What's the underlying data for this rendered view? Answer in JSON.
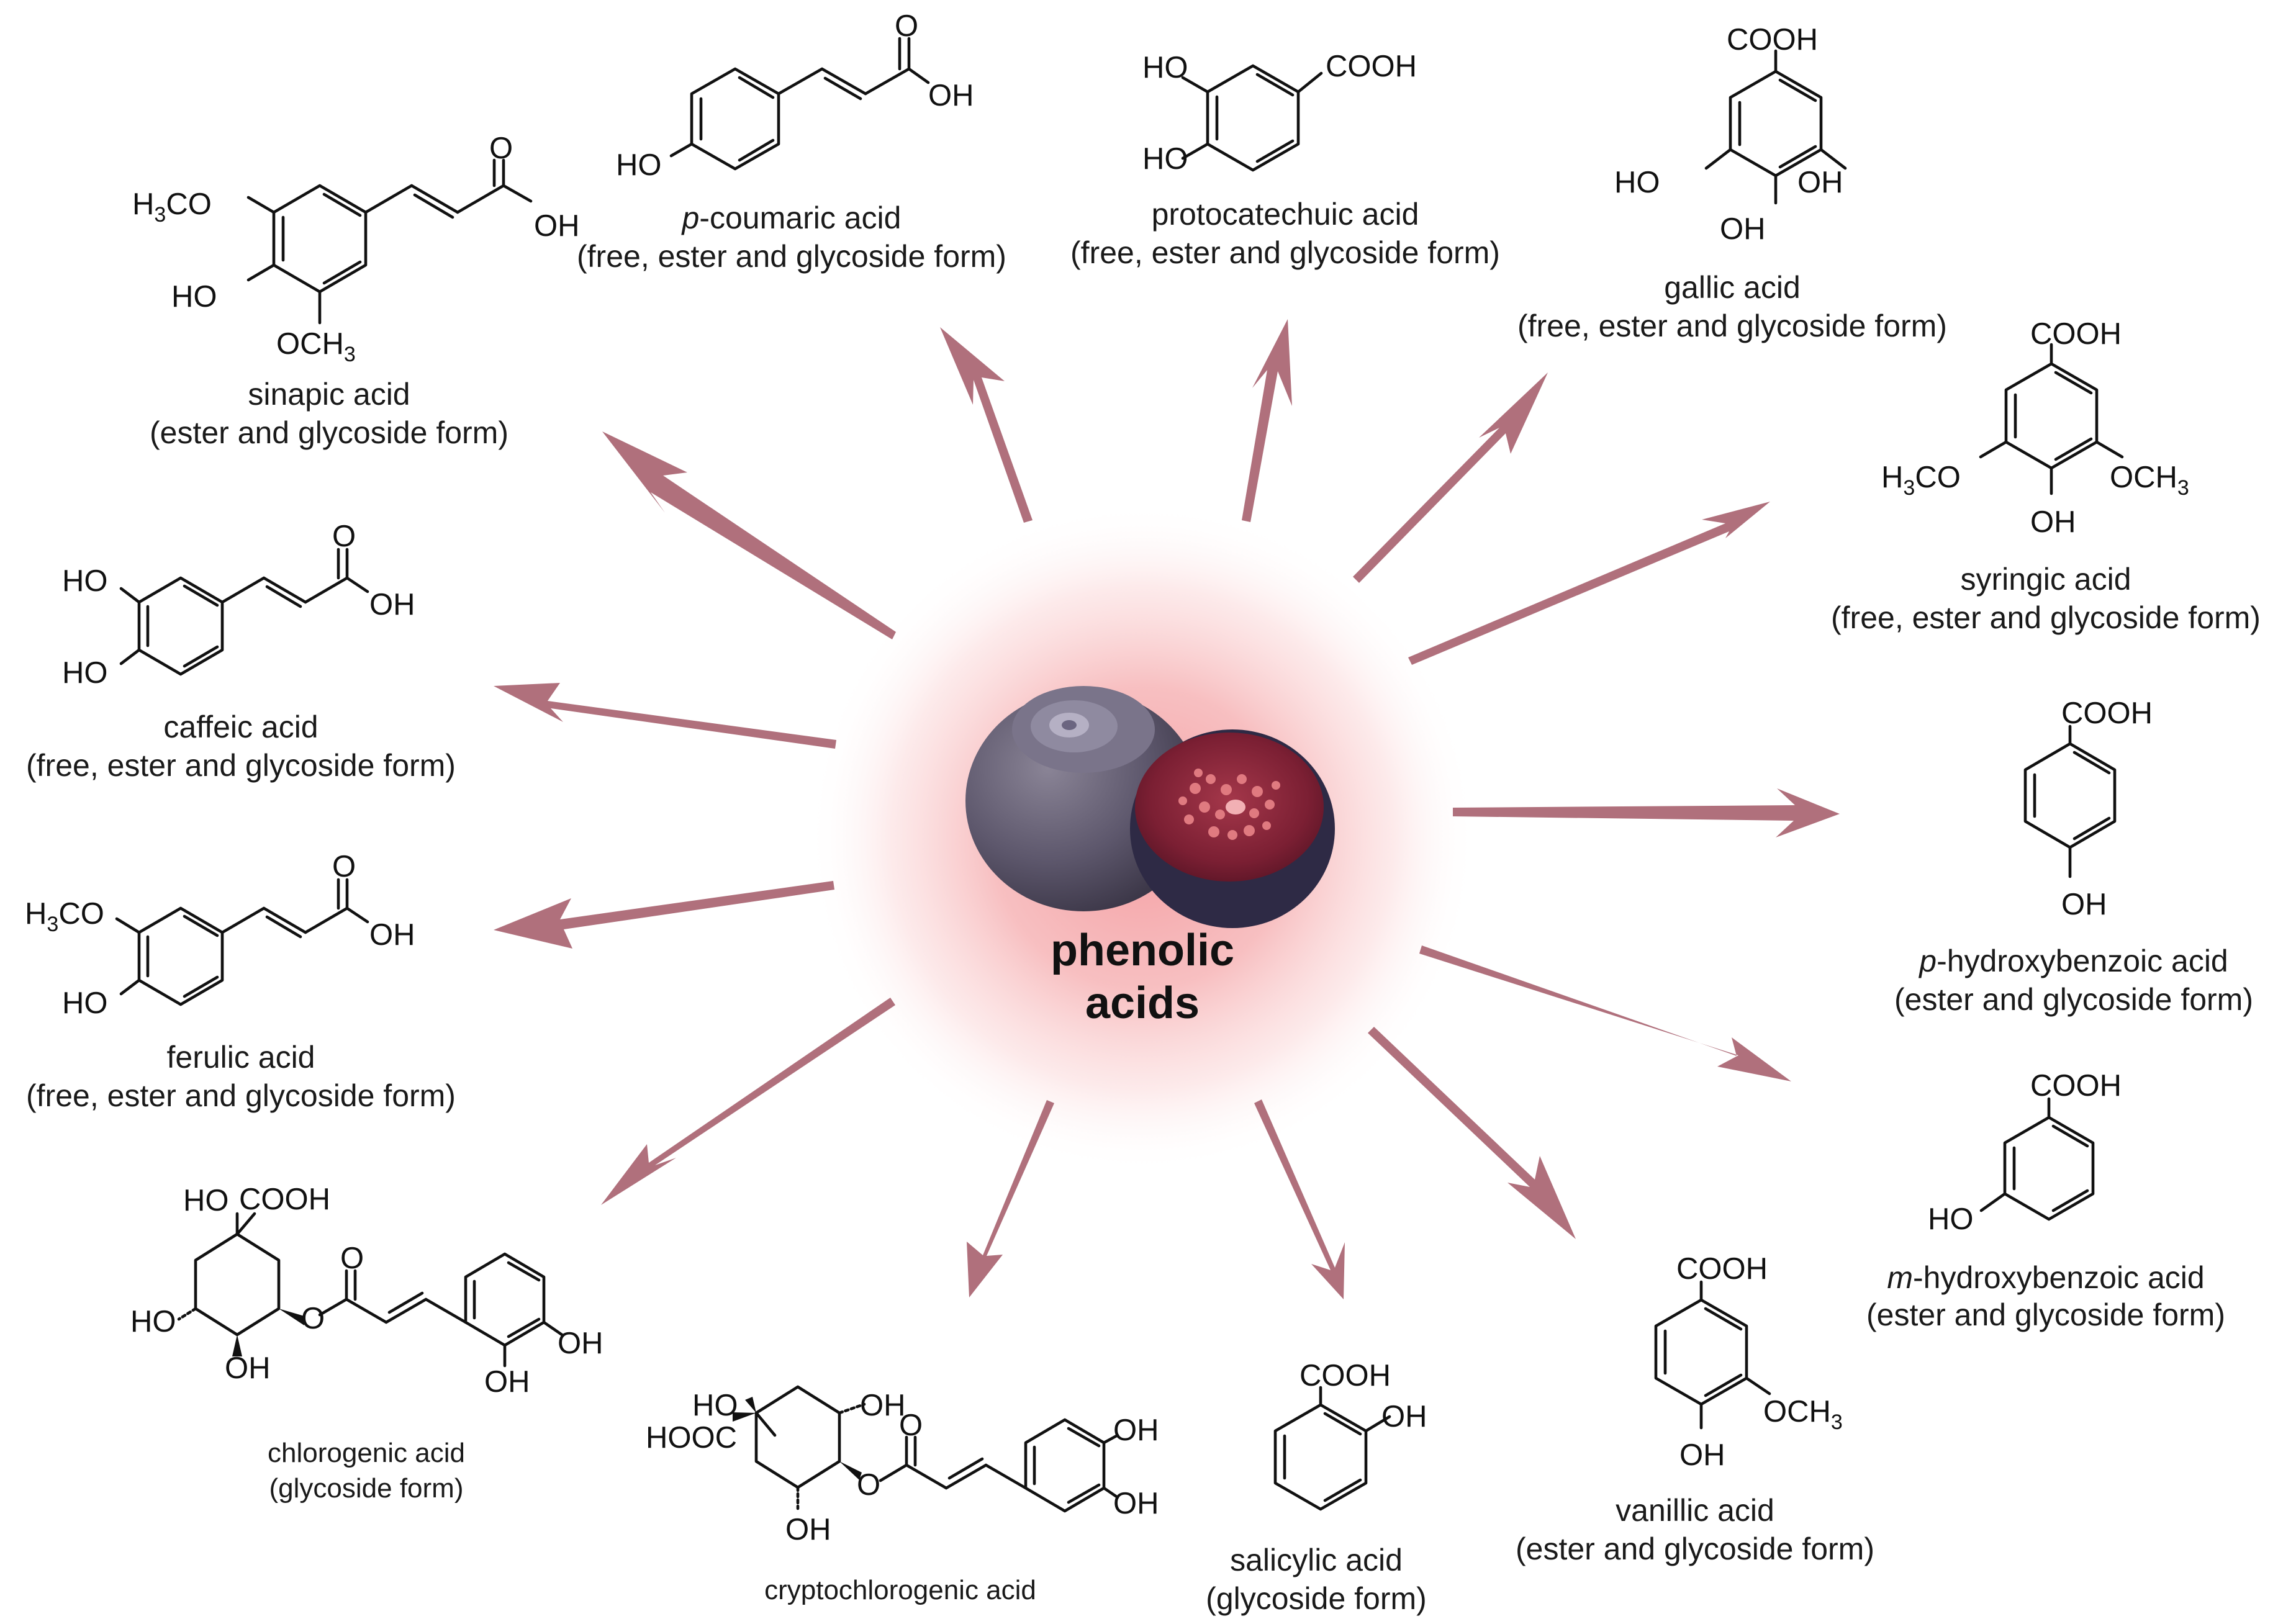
{
  "center": {
    "title_line1": "phenolic",
    "title_line2": "acids",
    "glow_color": "#f3a3a6",
    "arrow_color": "#b0707c",
    "icon": "fig-fruit-icon"
  },
  "compounds": [
    {
      "key": "sinapic",
      "name": "sinapic acid",
      "form": "(ester and glycoside form)"
    },
    {
      "key": "pcoumaric",
      "name_prefix": "p",
      "name": "-coumaric acid",
      "form": "(free, ester and glycoside form)"
    },
    {
      "key": "protocatechuic",
      "name": "protocatechuic acid",
      "form": "(free, ester and glycoside form)"
    },
    {
      "key": "gallic",
      "name": "gallic acid",
      "form": "(free, ester and glycoside form)"
    },
    {
      "key": "syringic",
      "name": "syringic acid",
      "form": "(free, ester and glycoside form)"
    },
    {
      "key": "phydroxybenzoic",
      "name_prefix": "p",
      "name": "-hydroxybenzoic acid",
      "form": "(ester and glycoside form)"
    },
    {
      "key": "mhydroxybenzoic",
      "name_prefix": "m",
      "name": "-hydroxybenzoic acid",
      "form": "(ester and glycoside form)"
    },
    {
      "key": "vanillic",
      "name": "vanillic acid",
      "form": "(ester and glycoside form)"
    },
    {
      "key": "salicylic",
      "name": "salicylic acid",
      "form": "(glycoside form)"
    },
    {
      "key": "cryptochlorogenic",
      "name": "cryptochlorogenic acid",
      "form": ""
    },
    {
      "key": "chlorogenic",
      "name": "chlorogenic acid",
      "form": "(glycoside form)"
    },
    {
      "key": "ferulic",
      "name": "ferulic acid",
      "form": "(free, ester and glycoside form)"
    },
    {
      "key": "caffeic",
      "name": "caffeic acid",
      "form": "(free, ester and glycoside form)"
    }
  ],
  "atoms": {
    "OH": "OH",
    "HO": "HO",
    "O": "O",
    "COOH": "COOH",
    "HOOC": "HOOC",
    "H3CO_H": "H",
    "H3CO_3": "3",
    "H3CO_CO": "CO",
    "OCH3_OCH": "OCH",
    "OCH3_3": "3"
  }
}
